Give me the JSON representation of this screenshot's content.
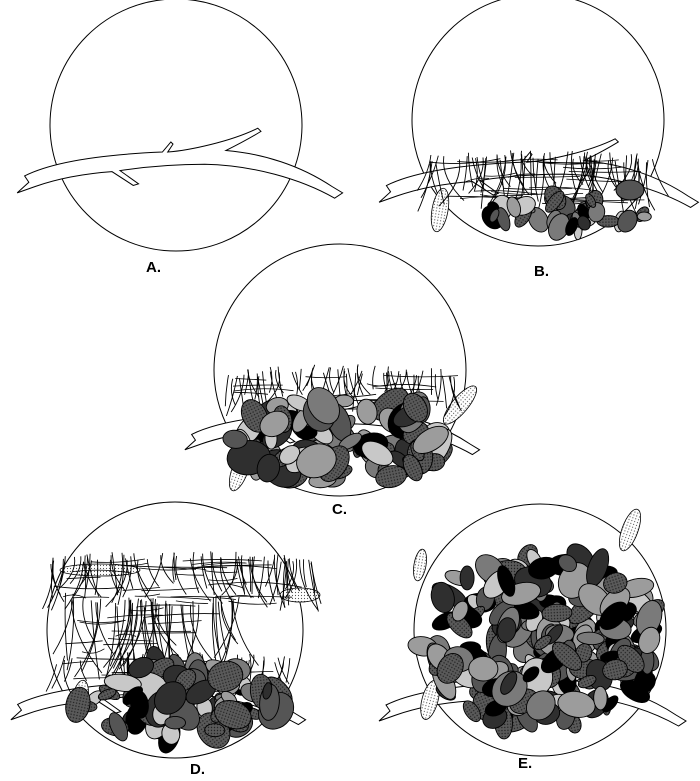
{
  "figure": {
    "panels": [
      {
        "id": "A",
        "label": "A.",
        "stage_order": 1
      },
      {
        "id": "B",
        "label": "B.",
        "stage_order": 2
      },
      {
        "id": "C",
        "label": "C.",
        "stage_order": 3
      },
      {
        "id": "D",
        "label": "D.",
        "stage_order": 4
      },
      {
        "id": "E",
        "label": "E.",
        "stage_order": 5
      }
    ],
    "colors": {
      "stroke": "#000000",
      "background": "#ffffff",
      "element_fills": [
        "#000000",
        "#2f2f2f",
        "#555555",
        "#7a7a7a",
        "#9c9c9c",
        "#c8c8c8"
      ]
    },
    "icons": [
      "enclosing-circle",
      "branch",
      "twig-mesh",
      "oval-element",
      "stippled-leaf"
    ]
  }
}
